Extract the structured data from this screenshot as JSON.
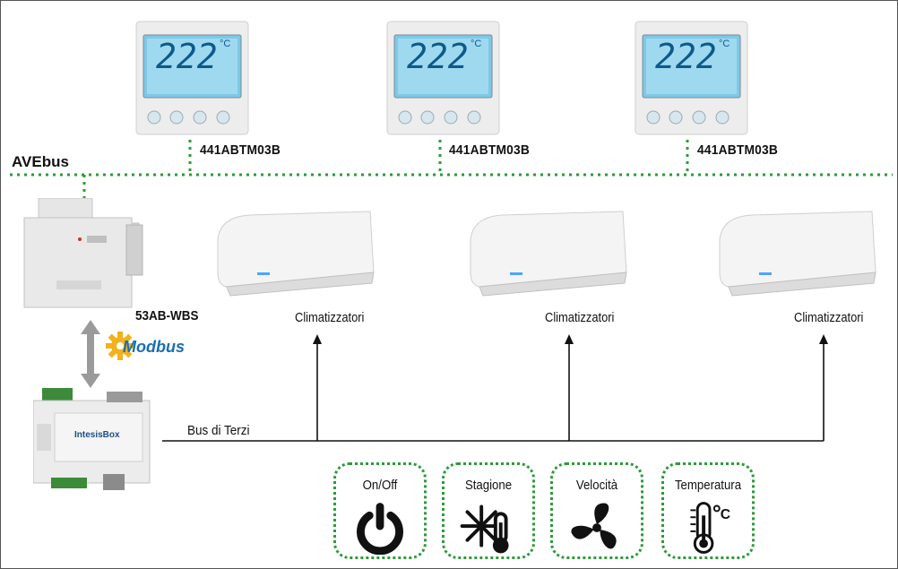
{
  "bus": {
    "label": "AVEbus",
    "color": "#2e9a3a"
  },
  "thermostats": [
    {
      "model": "441ABTM03B",
      "display": "222",
      "unit": "°C"
    },
    {
      "model": "441ABTM03B",
      "display": "222",
      "unit": "°C"
    },
    {
      "model": "441ABTM03B",
      "display": "222",
      "unit": "°C"
    }
  ],
  "gateway": {
    "model": "53AB-WBS"
  },
  "protocol": {
    "label": "Modbus",
    "color": "#1a6fb0",
    "gear_color": "#f2b21b"
  },
  "interface": {
    "brand": "IntesisBox"
  },
  "third_party_bus": {
    "label": "Bus di Terzi"
  },
  "units": [
    {
      "label": "Climatizzatori"
    },
    {
      "label": "Climatizzatori"
    },
    {
      "label": "Climatizzatori"
    }
  ],
  "functions": [
    {
      "label": "On/Off",
      "icon": "power-icon"
    },
    {
      "label": "Stagione",
      "icon": "season-icon"
    },
    {
      "label": "Velocità",
      "icon": "fan-icon"
    },
    {
      "label": "Temperatura",
      "icon": "thermometer-icon"
    }
  ]
}
